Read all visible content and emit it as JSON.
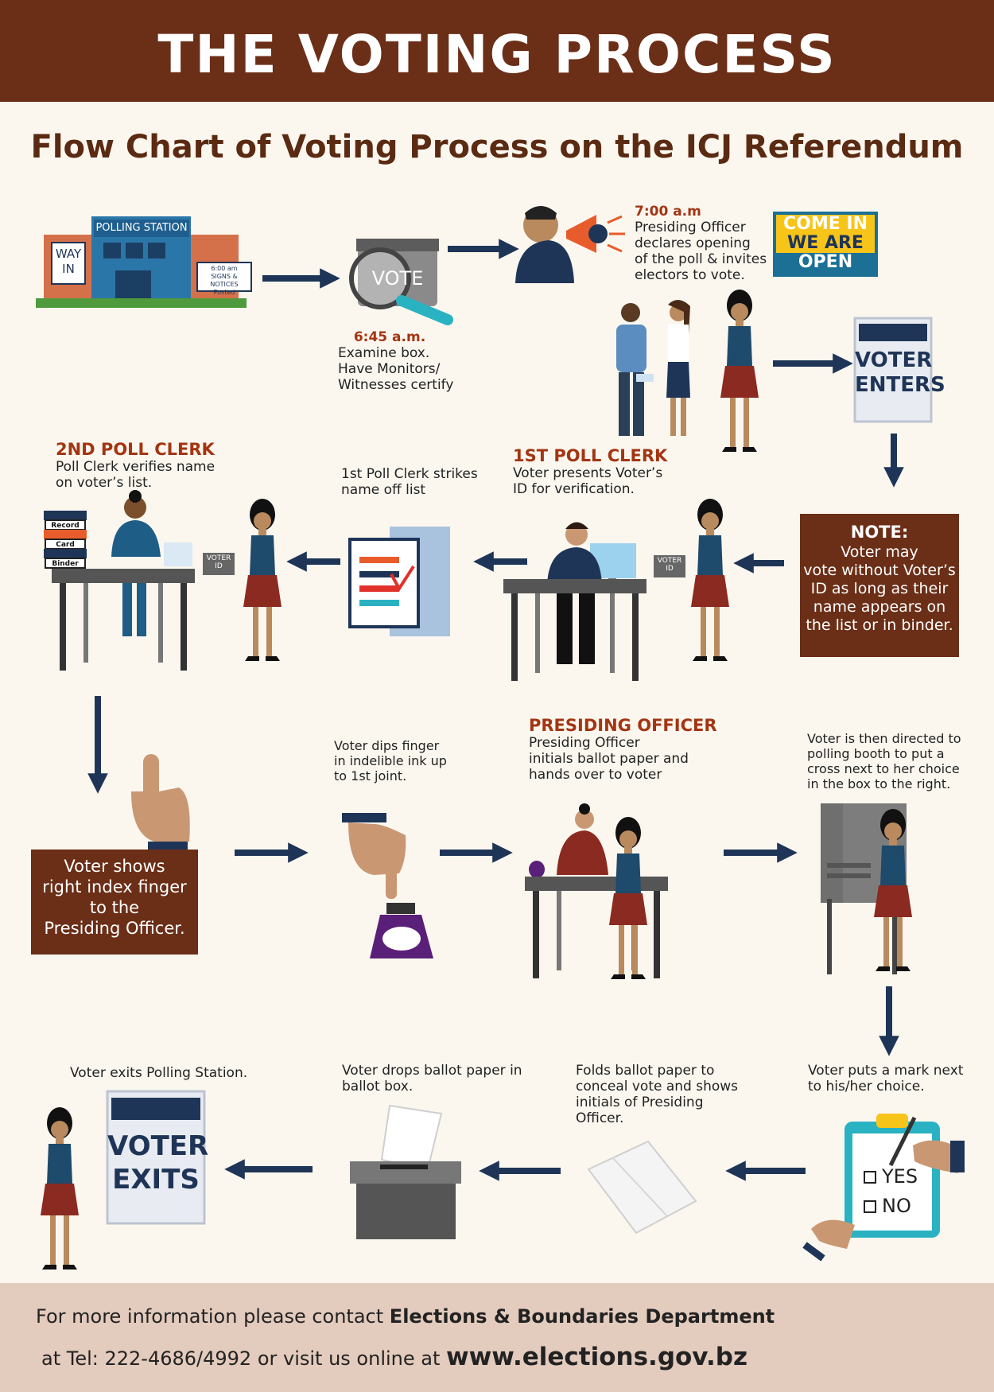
{
  "title": "THE VOTING PROCESS",
  "subtitle": "Flow Chart of Voting Process on the ICJ Referendum",
  "station": {
    "sign": "POLLING STATION",
    "way_in_1": "WAY",
    "way_in_2": "IN",
    "notice_1": "6:00 am",
    "notice_2": "SIGNS & NOTICES",
    "notice_3": "Posted"
  },
  "step_examine": {
    "box_label": "VOTE",
    "time": "6:45 a.m.",
    "line1": "Examine box.",
    "line2": "Have Monitors/",
    "line3": "Witnesses certify"
  },
  "step_open": {
    "time": "7:00 a.m",
    "line1": "Presiding Officer",
    "line2": "declares opening",
    "line3": "of the poll & invites",
    "line4": "electors to vote.",
    "sign1": "COME IN",
    "sign2": "WE ARE",
    "sign3": "OPEN"
  },
  "voter_enters": {
    "line1": "VOTER",
    "line2": "ENTERS"
  },
  "note": {
    "heading": "NOTE:",
    "line1": "Voter may",
    "line2": "vote without Voter’s",
    "line3": "ID as long as their",
    "line4": "name appears on",
    "line5": "the list or in binder."
  },
  "first_clerk": {
    "heading": "1ST POLL CLERK",
    "line1": "Voter presents Voter’s",
    "line2": "ID for verification.",
    "id_1": "VOTER",
    "id_2": "ID"
  },
  "strike": {
    "line1": "1st Poll Clerk strikes",
    "line2": "name off list"
  },
  "second_clerk": {
    "heading": "2ND POLL CLERK",
    "line1": "Poll Clerk verifies name",
    "line2": "on voter’s list.",
    "book1": "Record",
    "book2": "Card",
    "book3": "Binder",
    "id_1": "VOTER",
    "id_2": "ID"
  },
  "finger": {
    "line1": "Voter shows",
    "line2": "right index finger",
    "line3": "to the",
    "line4": "Presiding Officer."
  },
  "ink": {
    "line1": "Voter dips finger",
    "line2": "in indelible ink up",
    "line3": "to 1st joint."
  },
  "presiding": {
    "heading": "PRESIDING OFFICER",
    "line1": "Presiding Officer",
    "line2": "initials ballot paper and",
    "line3": "hands over to voter"
  },
  "booth": {
    "line1": "Voter is then directed to",
    "line2": "polling booth to put a",
    "line3": "cross next to her choice",
    "line4": "in the box to the right."
  },
  "mark": {
    "line1": "Voter puts a mark next",
    "line2": "to his/her choice.",
    "yes": "YES",
    "no": "NO"
  },
  "fold": {
    "line1": "Folds ballot paper to",
    "line2": "conceal vote and shows",
    "line3": "initials of Presiding",
    "line4": "Officer."
  },
  "drop": {
    "line1": "Voter drops ballot paper in",
    "line2": "ballot box."
  },
  "exit": {
    "caption": "Voter exits Polling Station.",
    "line1": "VOTER",
    "line2": "EXITS"
  },
  "footer": {
    "line1_pre": "For more information please contact ",
    "line1_bold": "Elections & Boundaries Department",
    "line2_pre": "at Tel: 222-4686/4992 or visit us online at ",
    "line2_bold": "www.elections.gov.bz"
  },
  "colors": {
    "brown": "#6b2e17",
    "rust": "#a33512",
    "navy": "#1f3557",
    "cream": "#fbf7ef"
  }
}
